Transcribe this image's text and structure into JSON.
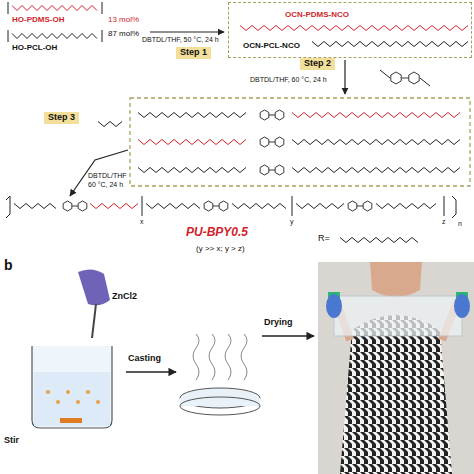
{
  "diagram": {
    "nodes": [
      {
        "text": [
          "OCN-PDMS-NCO",
          "OCN-PCL-NCO"
        ]
      }
    ],
    "labels": [
      "HO-PDMS-OH",
      "13 mol%",
      "HO-PCL-OH",
      "87 mol%",
      "DBTDL/THF, 50 °C, 24 h",
      "Step 1",
      "Step 2",
      "DBTDL/THF, 60 °C, 24 h",
      "Step 3",
      "DBTDL/THF",
      "60 °C, 24 h",
      "PU-BPY0.5",
      "(y >> x; y > z)",
      "R=",
      "x",
      "y",
      "z",
      "n",
      "b",
      "ZnCl2",
      "Stir",
      "Casting",
      "Drying"
    ]
  }
}
